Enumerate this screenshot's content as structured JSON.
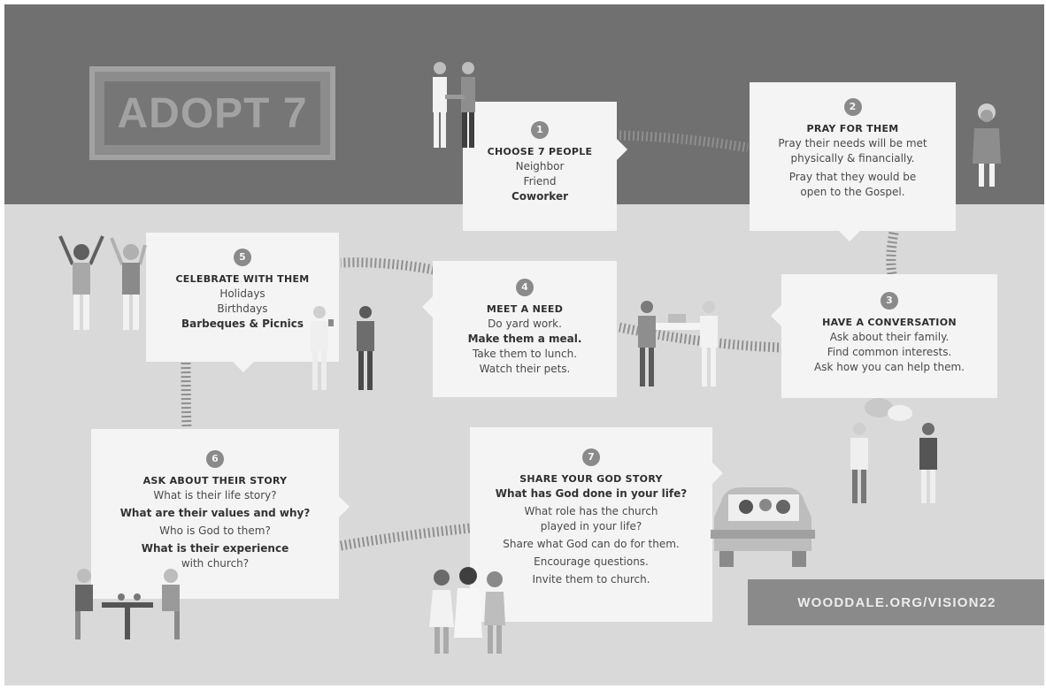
{
  "title": "ADOPT 7",
  "url": "WOODDALE.ORG/VISION22",
  "steps": [
    {
      "number": "1",
      "title": "CHOOSE 7 PEOPLE",
      "lines": [
        "Neighbor",
        "Friend",
        "Coworker"
      ]
    },
    {
      "number": "2",
      "title": "PRAY FOR THEM",
      "lines": [
        "Pray their needs will be met",
        "physically & financially.",
        "Pray that they would be",
        "open to the Gospel."
      ]
    },
    {
      "number": "3",
      "title": "HAVE A CONVERSATION",
      "lines": [
        "Ask about their family.",
        "Find common interests.",
        "Ask how you can help them."
      ]
    },
    {
      "number": "4",
      "title": "MEET A NEED",
      "lines": [
        "Do yard work.",
        "Make them a meal.",
        "Take them to lunch.",
        "Watch their pets."
      ]
    },
    {
      "number": "5",
      "title": "CELEBRATE WITH THEM",
      "lines": [
        "Holidays",
        "Birthdays",
        "Barbeques & Picnics"
      ]
    },
    {
      "number": "6",
      "title": "ASK ABOUT THEIR STORY",
      "lines": [
        "What is their life story?",
        "What are their values and why?",
        "Who is God to them?",
        "What is their experience",
        "with church?"
      ]
    },
    {
      "number": "7",
      "title": "SHARE YOUR GOD STORY",
      "lines": [
        "What has God done in your life?",
        "What role has the church",
        "played in your life?",
        "Share what God can do for them.",
        "Encourage questions.",
        "Invite them to church."
      ]
    }
  ],
  "icons": [
    "handshake-people-illustration",
    "praying-woman-illustration",
    "cheering-people-illustration",
    "walking-people-illustration",
    "helping-people-illustration",
    "talking-people-illustration",
    "table-people-illustration",
    "group-women-illustration",
    "car-people-illustration"
  ],
  "colors": {
    "dark_band": "#717070",
    "background": "#d9d9d9",
    "card": "#f4f4f4",
    "url_bar": "#8a8a8a"
  }
}
